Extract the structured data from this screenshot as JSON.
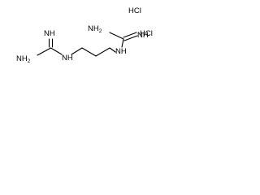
{
  "molecule": {
    "left_guanidine": {
      "imine_label": "NH",
      "amine_label": "NH",
      "amine_subscript": "2",
      "linker_label": "NH"
    },
    "right_guanidine": {
      "amine_label": "NH",
      "amine_subscript": "2",
      "imine_label": "NH",
      "linker_label": "NH"
    },
    "salt": [
      {
        "label": "HCl"
      },
      {
        "label": "HCl"
      }
    ]
  }
}
